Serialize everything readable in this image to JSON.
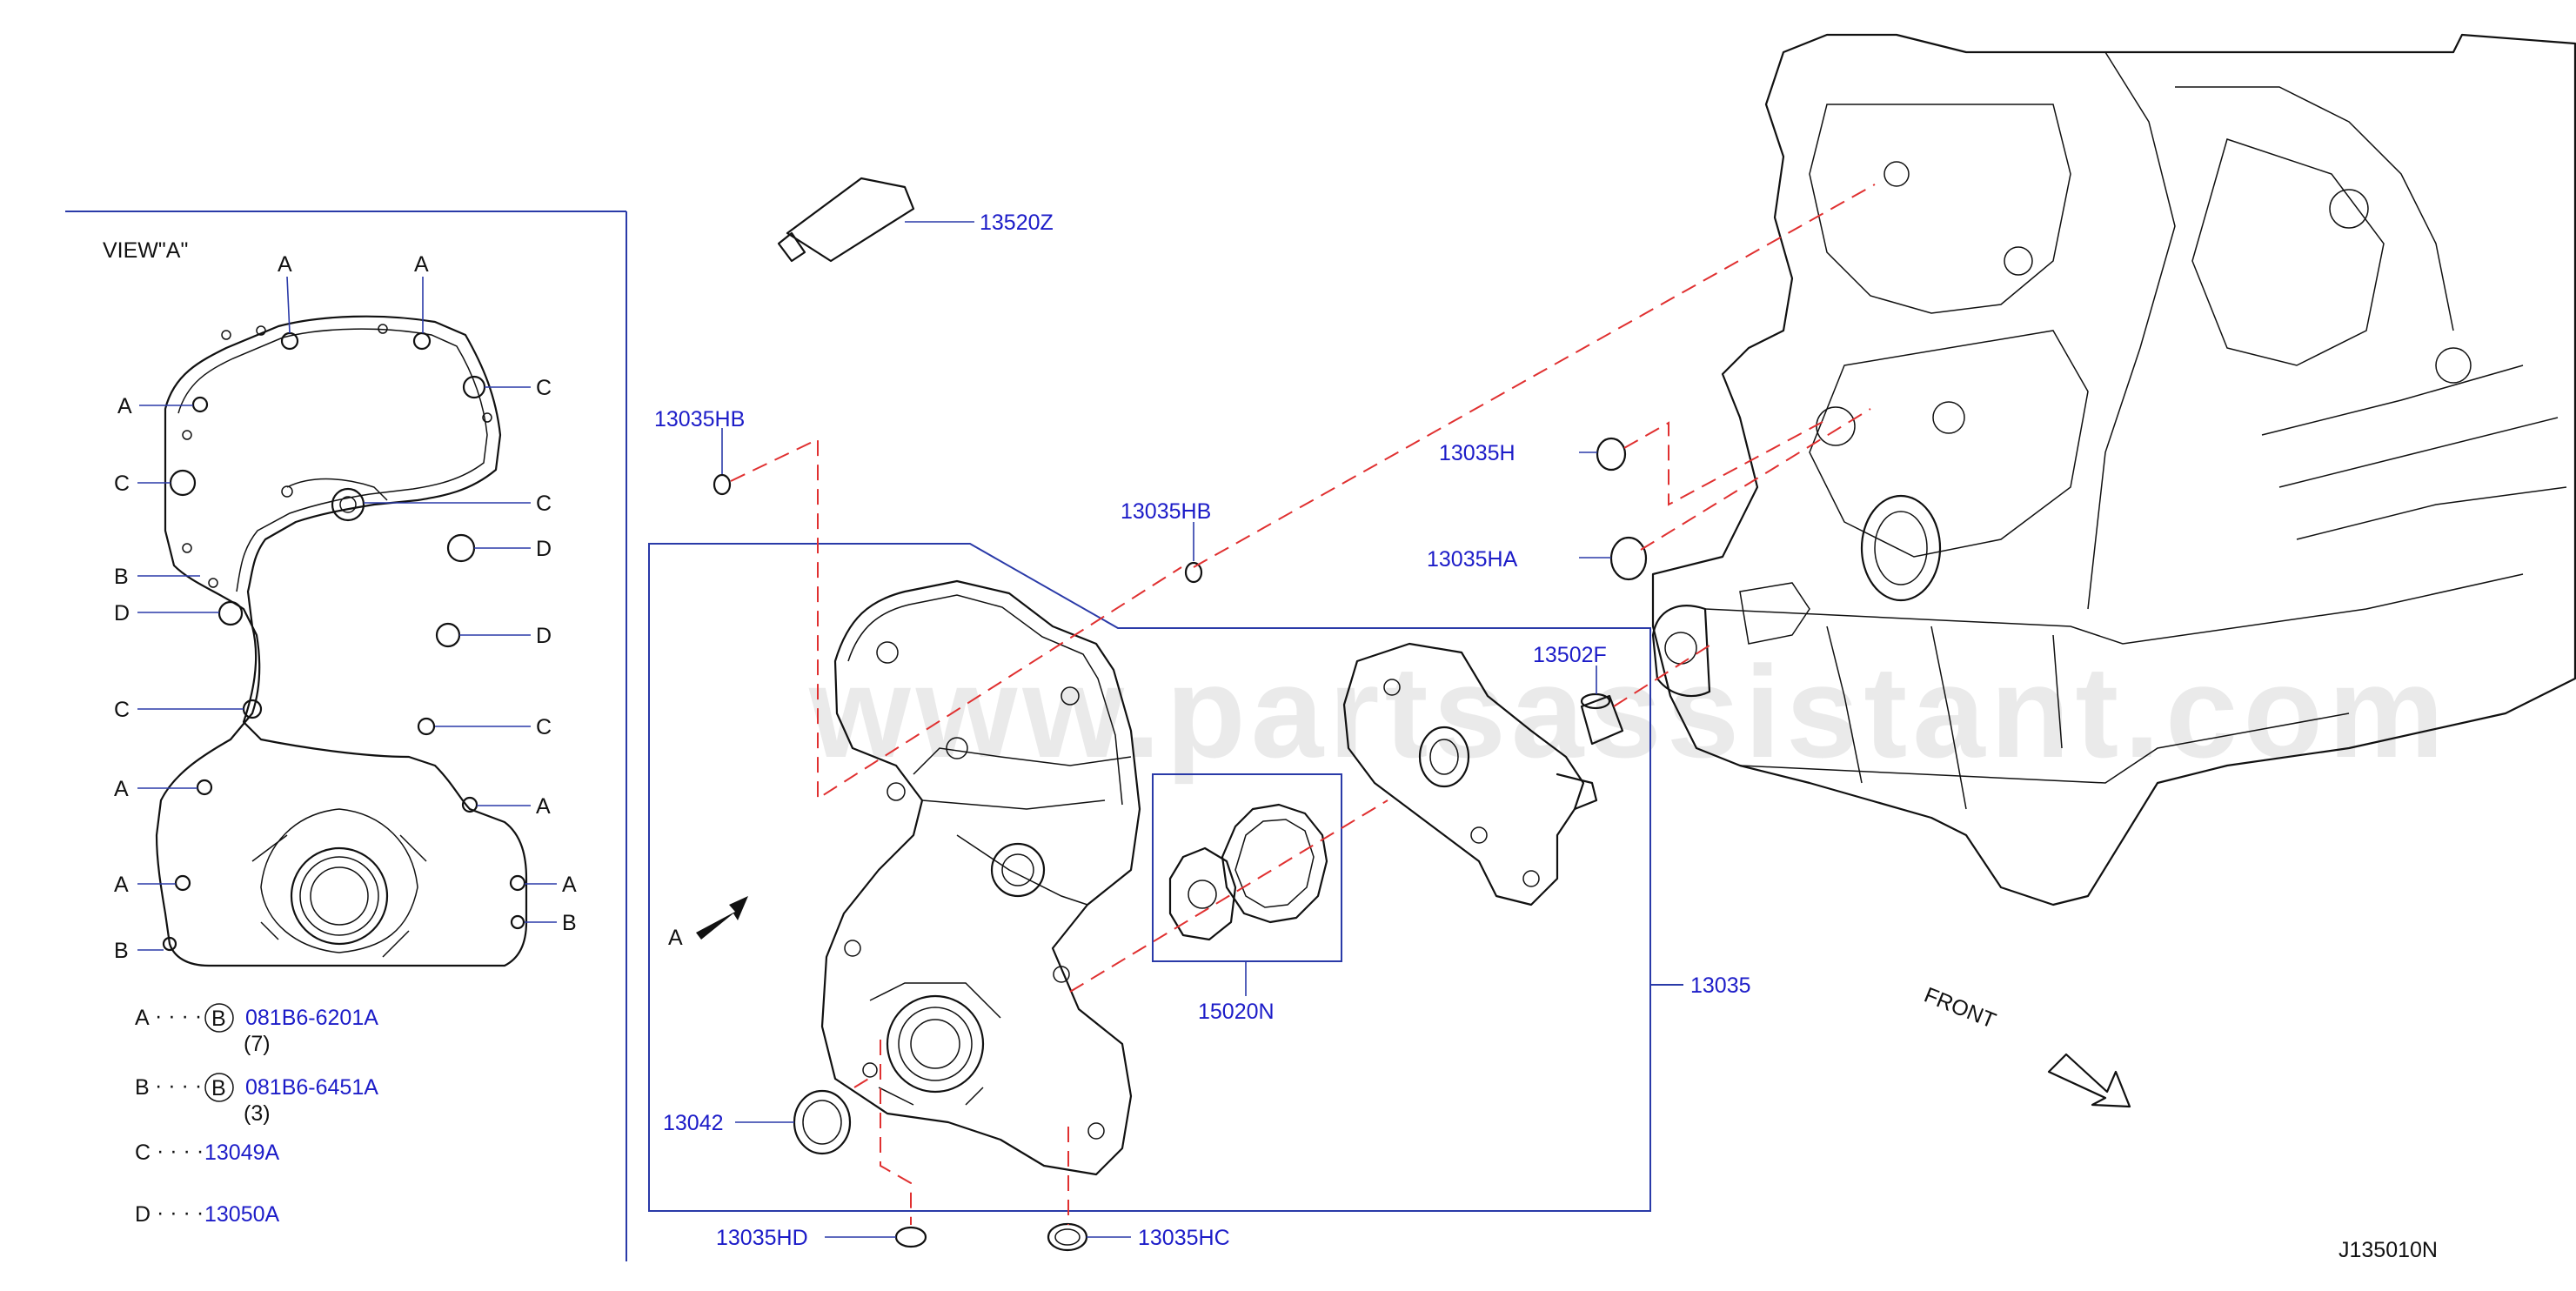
{
  "view_title": "VIEW\"A\"",
  "letters": {
    "a": "A",
    "b": "B",
    "c": "C",
    "d": "D"
  },
  "parts": {
    "p13520Z": "13520Z",
    "p13035HB": "13035HB",
    "p13035H": "13035H",
    "p13035HA": "13035HA",
    "p13502F": "13502F",
    "p13035": "13035",
    "p15020N": "15020N",
    "p13042": "13042",
    "p13035HD": "13035HD",
    "p13035HC": "13035HC"
  },
  "legend": {
    "a_part": "081B6-6201A",
    "a_qty": "(7)",
    "b_part": "081B6-6451A",
    "b_qty": "(3)",
    "c_part": "13049A",
    "d_part": "13050A",
    "bolt_symbol": "B",
    "dots": "· · · ·"
  },
  "view_marker": "A",
  "front_label": "FRONT",
  "drawing_id": "J135010N",
  "watermark": "www.partsassistant.com",
  "colors": {
    "label_blue": "#1c1cc8",
    "leader_blue": "#2a3aa8",
    "dash_red": "#e03030"
  }
}
